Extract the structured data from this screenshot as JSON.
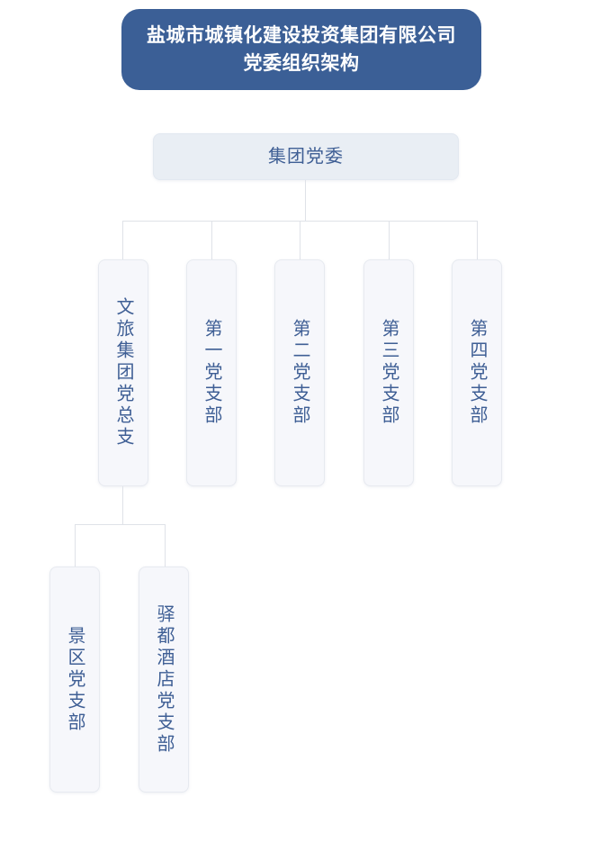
{
  "header": {
    "title_line1": "盐城市城镇化建设投资集团有限公司",
    "title_line2": "党委组织架构",
    "background_color": "#3b5f96",
    "text_color": "#ffffff"
  },
  "colors": {
    "accent": "#3b5f96",
    "node_text": "#3f5f95",
    "root_fill": "#e9eef4",
    "node_fill": "#f6f7fb",
    "node_border": "#e7eaf0",
    "connector": "#dfe2e8"
  },
  "chart_data": {
    "type": "diagram",
    "title": "盐城市城镇化建设投资集团有限公司党委组织架构",
    "orientation": "top-down",
    "root": {
      "label": "集团党委",
      "orientation": "horizontal"
    },
    "level2": [
      {
        "label": "文旅集团党总支",
        "orientation": "vertical",
        "chars": 7
      },
      {
        "label": "第一党支部",
        "orientation": "vertical",
        "chars": 5
      },
      {
        "label": "第二党支部",
        "orientation": "vertical",
        "chars": 5
      },
      {
        "label": "第三党支部",
        "orientation": "vertical",
        "chars": 5
      },
      {
        "label": "第四党支部",
        "orientation": "vertical",
        "chars": 5
      }
    ],
    "level3": [
      {
        "label": "景区党支部",
        "orientation": "vertical",
        "chars": 5,
        "parent": "文旅集团党总支"
      },
      {
        "label": "驿都酒店党支部",
        "orientation": "vertical",
        "chars": 7,
        "parent": "文旅集团党总支"
      }
    ]
  },
  "nodes": {
    "root": "集团党委",
    "b0": "文旅集团党总支",
    "b1": "第一党支部",
    "b2": "第二党支部",
    "b3": "第三党支部",
    "b4": "第四党支部",
    "c0": "景区党支部",
    "c1": "驿都酒店党支部"
  }
}
